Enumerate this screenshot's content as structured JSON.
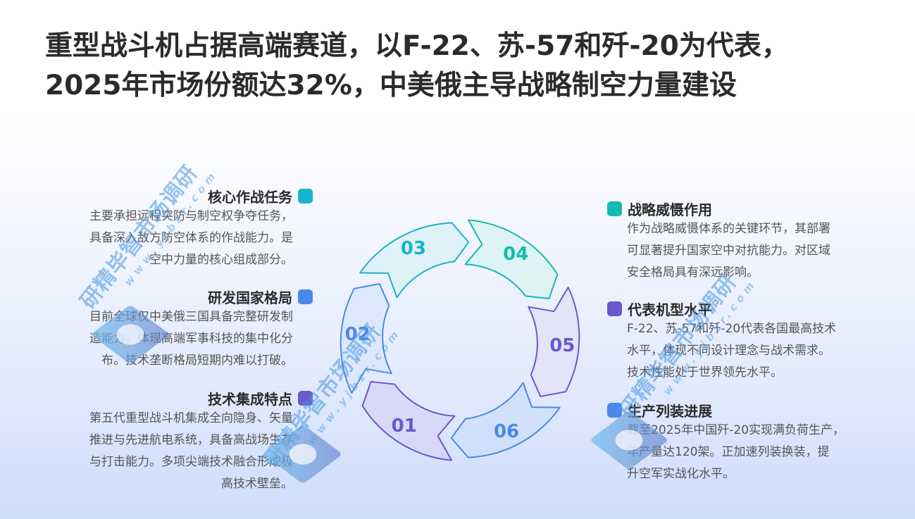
{
  "title": {
    "line1": "重型战斗机占据高端赛道，以F-22、苏-57和歼-20为代表，",
    "line2": "2025年市场份额达32%，中美俄主导战略制空力量建设"
  },
  "left_blocks": [
    {
      "heading": "核心作战任务",
      "icon": "rounded-square-icon",
      "color": "#1ab3cc",
      "lines": [
        "主要承担远程突防与制空权争夺任务，",
        "具备深入敌方防空体系的作战能力。是",
        "空中力量的核心组成部分。"
      ]
    },
    {
      "heading": "研发国家格局",
      "icon": "rounded-square-icon",
      "color": "#4a89e8",
      "lines": [
        "目前全球仅中美俄三国具备完整研发制",
        "造能力，体现高端军事科技的集中化分",
        "布。技术垄断格局短期内难以打破。"
      ]
    },
    {
      "heading": "技术集成特点",
      "icon": "rounded-square-icon",
      "color": "#6a58cc",
      "lines": [
        "第五代重型战斗机集成全向隐身、矢量",
        "推进与先进航电系统，具备高战场生存",
        "与打击能力。多项尖端技术融合形成极",
        "高技术壁垒。"
      ]
    }
  ],
  "right_blocks": [
    {
      "heading": "战略威慑作用",
      "icon": "rounded-square-icon",
      "color": "#14bbb0",
      "lines": [
        "作为战略威慑体系的关键环节，其部署",
        "可显著提升国家空中对抗能力。对区域",
        "安全格局具有深远影响。"
      ]
    },
    {
      "heading": "代表机型水平",
      "icon": "rounded-square-icon",
      "color": "#6a58cc",
      "lines": [
        "F-22、苏-57和歼-20代表各国最高技术",
        "水平，体现不同设计理念与战术需求。",
        "技术性能处于世界领先水平。"
      ]
    },
    {
      "heading": "生产列装进展",
      "icon": "rounded-square-icon",
      "color": "#4a89e8",
      "lines": [
        "截至2025年中国歼-20实现满负荷生产，",
        "年产量达120架。正加速列装换装，提",
        "升空军实战化水平。"
      ]
    }
  ],
  "cycle": {
    "segments": [
      {
        "label": "01",
        "stroke": "#6a58cc",
        "fill": "#d6d6f6",
        "text": "#6a58cc",
        "center_deg": 120
      },
      {
        "label": "02",
        "stroke": "#4a89e8",
        "fill": "#dbe6fb",
        "text": "#4a89e8",
        "center_deg": 180
      },
      {
        "label": "03",
        "stroke": "#1ab3cc",
        "fill": "#dbf1f6",
        "text": "#1ab3cc",
        "center_deg": 240
      },
      {
        "label": "04",
        "stroke": "#14bbb0",
        "fill": "#dcf3f3",
        "text": "#14bbb0",
        "center_deg": 300
      },
      {
        "label": "05",
        "stroke": "#6a58cc",
        "fill": "#e3e2f8",
        "text": "#6a58cc",
        "center_deg": 0
      },
      {
        "label": "06",
        "stroke": "#4a89e8",
        "fill": "#cfdff9",
        "text": "#4a89e8",
        "center_deg": 60
      }
    ]
  },
  "watermark": {
    "text": "研精毕智市场调研",
    "url": "www.yjbzr.com"
  }
}
